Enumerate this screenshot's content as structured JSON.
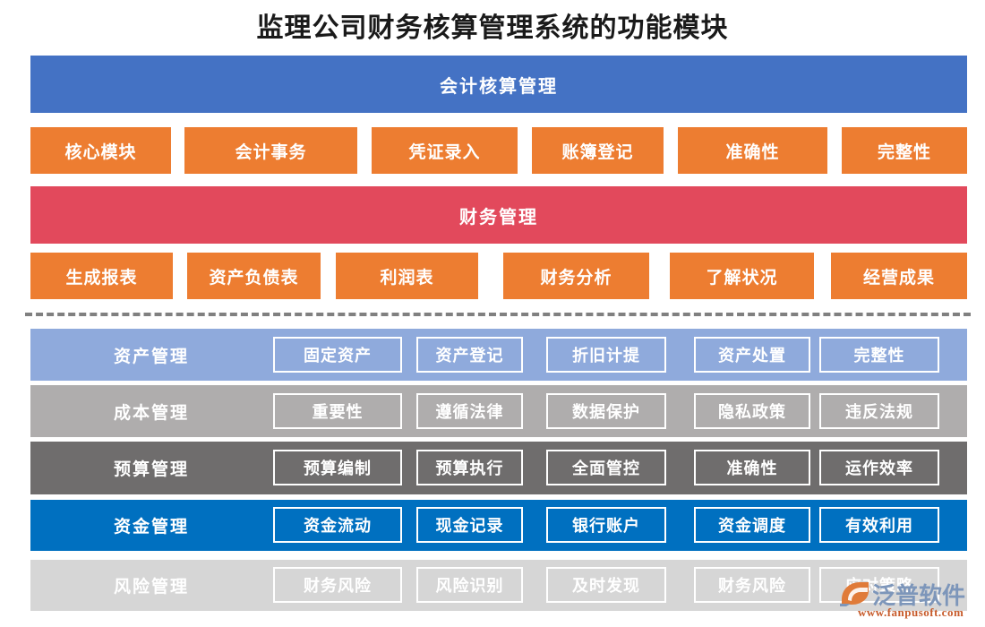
{
  "title": "监理公司财务核算管理系统的功能模块",
  "colors": {
    "accounting_bar": "#4472C4",
    "finance_bar": "#E2495C",
    "chip": "#ED7D31",
    "asset_row": "#8FAADC",
    "cost_row": "#AFADAD",
    "budget_row": "#6F6D6D",
    "fund_row": "#0070C0",
    "risk_row": "#D6D6D6",
    "divider": "#808080",
    "text_light": "#FFFFFF",
    "title_text": "#1A1A1A"
  },
  "sections": [
    {
      "bar_label": "会计核算管理",
      "chips": [
        "核心模块",
        "会计事务",
        "凭证录入",
        "账簿登记",
        "准确性",
        "完整性"
      ]
    },
    {
      "bar_label": "财务管理",
      "chips": [
        "生成报表",
        "资产负债表",
        "利润表",
        "财务分析",
        "了解状况",
        "经营成果"
      ]
    }
  ],
  "modules": [
    {
      "label": "资产管理",
      "items": [
        "固定资产",
        "资产登记",
        "折旧计提",
        "资产处置",
        "完整性"
      ]
    },
    {
      "label": "成本管理",
      "items": [
        "重要性",
        "遵循法律",
        "数据保护",
        "隐私政策",
        "违反法规"
      ]
    },
    {
      "label": "预算管理",
      "items": [
        "预算编制",
        "预算执行",
        "全面管控",
        "准确性",
        "运作效率"
      ]
    },
    {
      "label": "资金管理",
      "items": [
        "资金流动",
        "现金记录",
        "银行账户",
        "资金调度",
        "有效利用"
      ]
    },
    {
      "label": "风险管理",
      "items": [
        "财务风险",
        "风险识别",
        "及时发现",
        "财务风险",
        "应对策略"
      ]
    }
  ],
  "watermark": {
    "brand": "泛普软件",
    "url": "www.fanpusoft.com"
  }
}
